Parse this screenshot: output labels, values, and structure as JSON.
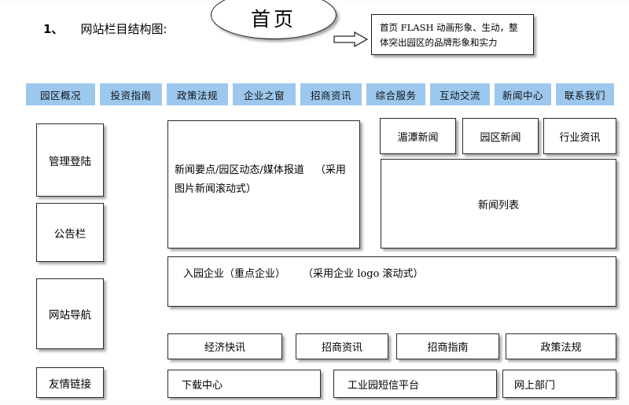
{
  "heading": {
    "number": "1、",
    "text": "网站栏目结构图:"
  },
  "home_node": {
    "label": "首页"
  },
  "arrow": {
    "icon": "right-block-arrow-icon"
  },
  "flash_note": {
    "line1": "首页 FLASH 动画形象、生动，整",
    "line2": "体突出园区的品牌形象和实力"
  },
  "nav": {
    "bg_color": "#9CC8EE",
    "items": [
      {
        "label": "园区概况"
      },
      {
        "label": "投资指南"
      },
      {
        "label": "政策法规"
      },
      {
        "label": "企业之窗"
      },
      {
        "label": "招商资讯"
      },
      {
        "label": "综合服务"
      },
      {
        "label": "互动交流"
      },
      {
        "label": "新闻中心"
      },
      {
        "label": "联系我们"
      }
    ]
  },
  "sidebar": {
    "items": [
      {
        "label": "管理登陆"
      },
      {
        "label": "公告栏"
      },
      {
        "label": "网站导航"
      },
      {
        "label": "友情链接"
      }
    ]
  },
  "feature": {
    "line1": "新闻要点/园区动态/媒体报道",
    "line2": "（采用图片新闻滚动式）"
  },
  "news_tabs": [
    {
      "label": "湄潭新闻"
    },
    {
      "label": "园区新闻"
    },
    {
      "label": "行业资讯"
    }
  ],
  "news_list": {
    "label": "新闻列表"
  },
  "enterprise": {
    "line1": "入园企业（重点企业）",
    "line2": "（采用企业 logo 滚动式）"
  },
  "quick_row": [
    {
      "label": "经济快讯"
    },
    {
      "label": "招商资讯"
    },
    {
      "label": "招商指南"
    },
    {
      "label": "政策法规"
    }
  ],
  "bottom_row": [
    {
      "label": "下载中心"
    },
    {
      "label": "工业园短信平台"
    },
    {
      "label": "网上部门"
    }
  ]
}
